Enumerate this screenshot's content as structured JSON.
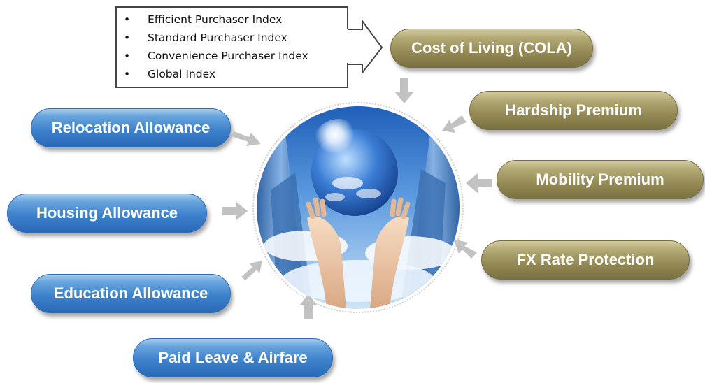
{
  "index_box": {
    "items": [
      "Efficient Purchaser Index",
      "Standard Purchaser Index",
      "Convenience Purchaser Index",
      "Global Index"
    ]
  },
  "left_items": {
    "relocation": "Relocation Allowance",
    "housing": "Housing Allowance",
    "education": "Education Allowance",
    "paid_leave": "Paid Leave & Airfare"
  },
  "right_items": {
    "cola": "Cost of Living (COLA)",
    "hardship": "Hardship Premium",
    "mobility": "Mobility Premium",
    "fx": "FX Rate Protection"
  },
  "colors": {
    "blue_pill": "#3e82cc",
    "gold_pill": "#958a55",
    "arrow": "#c2c2c2"
  },
  "icons": {
    "center": "globe-hands-icon",
    "arrow": "arrow-icon"
  }
}
